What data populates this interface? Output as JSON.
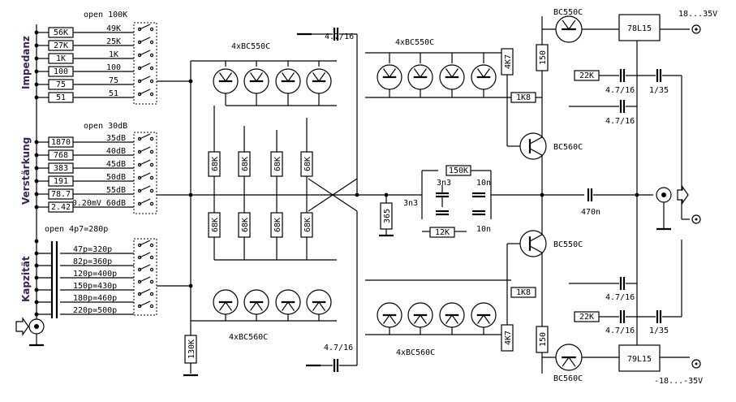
{
  "section_labels": {
    "impedance": "Impedanz",
    "gain": "Verstärkung",
    "capacitance": "Kapzität"
  },
  "impedance": {
    "open_label": "open 100K",
    "resistors": [
      "56K",
      "27K",
      "1K",
      "100",
      "75",
      "51"
    ],
    "taps": [
      "49K",
      "25K",
      "1K",
      "100",
      "75",
      "51"
    ]
  },
  "gain": {
    "open_label": "open 30dB",
    "resistors": [
      "1870",
      "768",
      "383",
      "191",
      "78.7",
      "2.42"
    ],
    "taps": [
      "35dB",
      "40dB",
      "45dB",
      "50dB",
      "55dB",
      "0.20mV 60dB"
    ]
  },
  "capacitance": {
    "open_label": "open 4p7=280p",
    "taps": [
      "47p=320p",
      "82p=360p",
      "120p=400p",
      "150p=430p",
      "180p=460p",
      "220p=500p"
    ]
  },
  "components": {
    "npn_array_label": "4xBC550C",
    "npn_array_label_2": "4xBC550C",
    "pnp_array_label": "4xBC560C",
    "pnp_array_label_2": "4xBC560C",
    "r68k": "68K",
    "r130k": "130K",
    "r365": "365",
    "c3n3": "3n3",
    "r150k": "150K",
    "c10n": "10n",
    "r12k": "12K",
    "c470n": "470n",
    "r4k7": "4K7",
    "r1k8": "1K8",
    "r150": "150",
    "r22k": "22K",
    "c4716": "4.7/16",
    "c135": "1/35",
    "q_top": "BC550C",
    "q_bottom": "BC560C",
    "q_mid_upper": "BC560C",
    "q_mid_lower": "BC550C",
    "reg_pos": "78L15",
    "reg_neg": "79L15",
    "supply_pos": "18...35V",
    "supply_neg": "-18...-35V"
  },
  "icons": [
    "input-arrow-icon",
    "output-arrow-icon",
    "bnc-connector-icon",
    "ground-icon"
  ]
}
